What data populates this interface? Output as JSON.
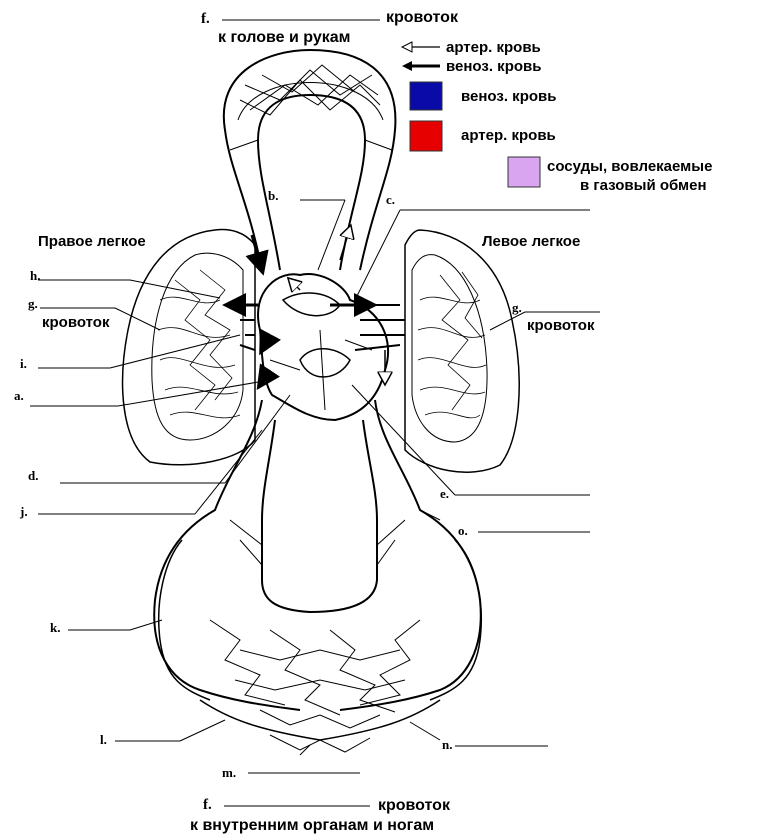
{
  "top_label": {
    "letter": "f.",
    "word": "кровоток",
    "sub": "к голове и рукам"
  },
  "bottom_label": {
    "letter": "f.",
    "word": "кровоток",
    "sub": "к внутренним органам и ногам"
  },
  "legend": {
    "arrow_art": "артер. кровь",
    "arrow_ven": "веноз. кровь",
    "box_ven": "веноз. кровь",
    "box_art": "артер. кровь",
    "box_gas_1": "сосуды, вовлекаемые",
    "box_gas_2": "в газовый  обмен",
    "colors": {
      "venous": "#0a0aa8",
      "arterial": "#e60000",
      "gas": "#d9a4f0"
    }
  },
  "lungs": {
    "right": "Правое легкое",
    "left": "Левое легкое"
  },
  "letters": {
    "a": "a.",
    "b": "b.",
    "c": "c.",
    "d": "d.",
    "e": "e.",
    "g_left": "g.",
    "g_right": "g.",
    "h": "h.",
    "i": "i.",
    "j": "j.",
    "k": "k.",
    "l": "l.",
    "m": "m.",
    "n": "n.",
    "o": "o."
  },
  "g_words": {
    "left": "кровоток",
    "right": "кровоток"
  }
}
